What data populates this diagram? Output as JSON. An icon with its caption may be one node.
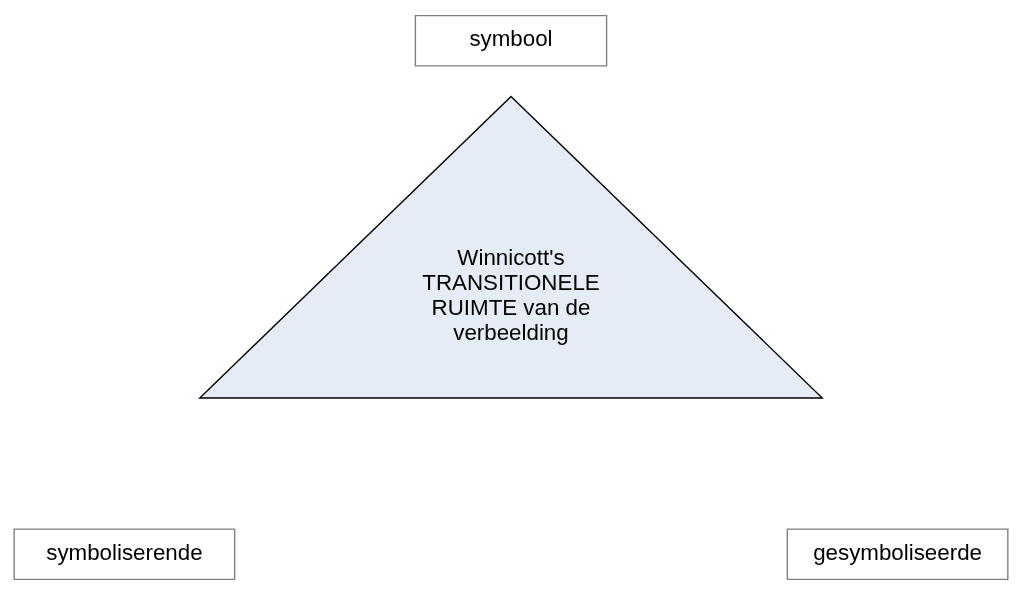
{
  "diagram": {
    "nodes": [
      {
        "text": [
          "symbool"
        ]
      },
      {
        "text": [
          "Winnicott's TRANSITIONELE RUIMTE van de verbeelding"
        ]
      },
      {
        "text": [
          "symboliserende"
        ]
      },
      {
        "text": [
          "gesymboliseerde"
        ]
      }
    ]
  }
}
